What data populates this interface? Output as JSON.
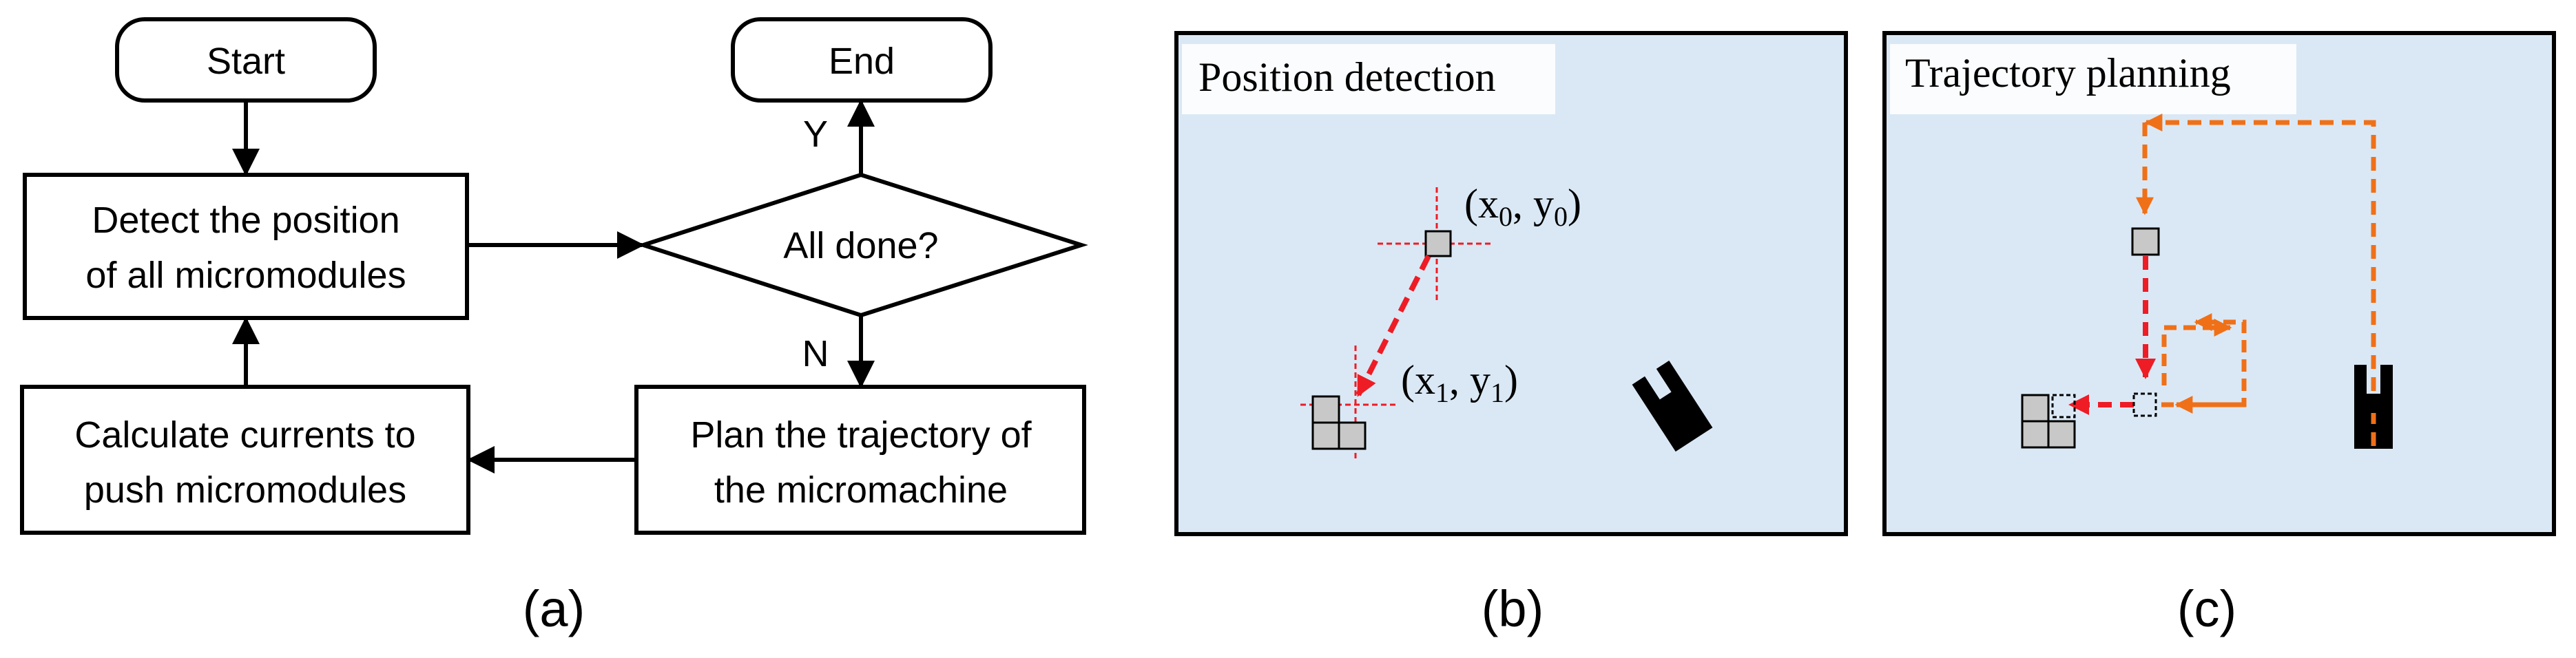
{
  "panel_a": {
    "start": "Start",
    "end": "End",
    "detect_line1": "Detect the position",
    "detect_line2": "of all micromodules",
    "decision": "All done?",
    "yes": "Y",
    "no": "N",
    "calc_line1": "Calculate currents to",
    "calc_line2": "push micromodules",
    "plan_line1": "Plan the trajectory of",
    "plan_line2": "the micromachine",
    "caption": "(a)"
  },
  "panel_b": {
    "title": "Position detection",
    "point0_open": "(x",
    "point0_sub_x": "0",
    "point0_mid": ", y",
    "point0_sub_y": "0",
    "point0_close": ")",
    "point1_open": "(x",
    "point1_sub_x": "1",
    "point1_mid": ", y",
    "point1_sub_y": "1",
    "point1_close": ")",
    "caption": "(b)"
  },
  "panel_c": {
    "title": "Trajectory planning",
    "caption": "(c)"
  },
  "colors": {
    "panel_bg": "#dae8f5",
    "red_arrow": "#ee1c25",
    "orange_arrow": "#f07018",
    "module_fill": "#c8c8c8",
    "machine": "#000000"
  }
}
